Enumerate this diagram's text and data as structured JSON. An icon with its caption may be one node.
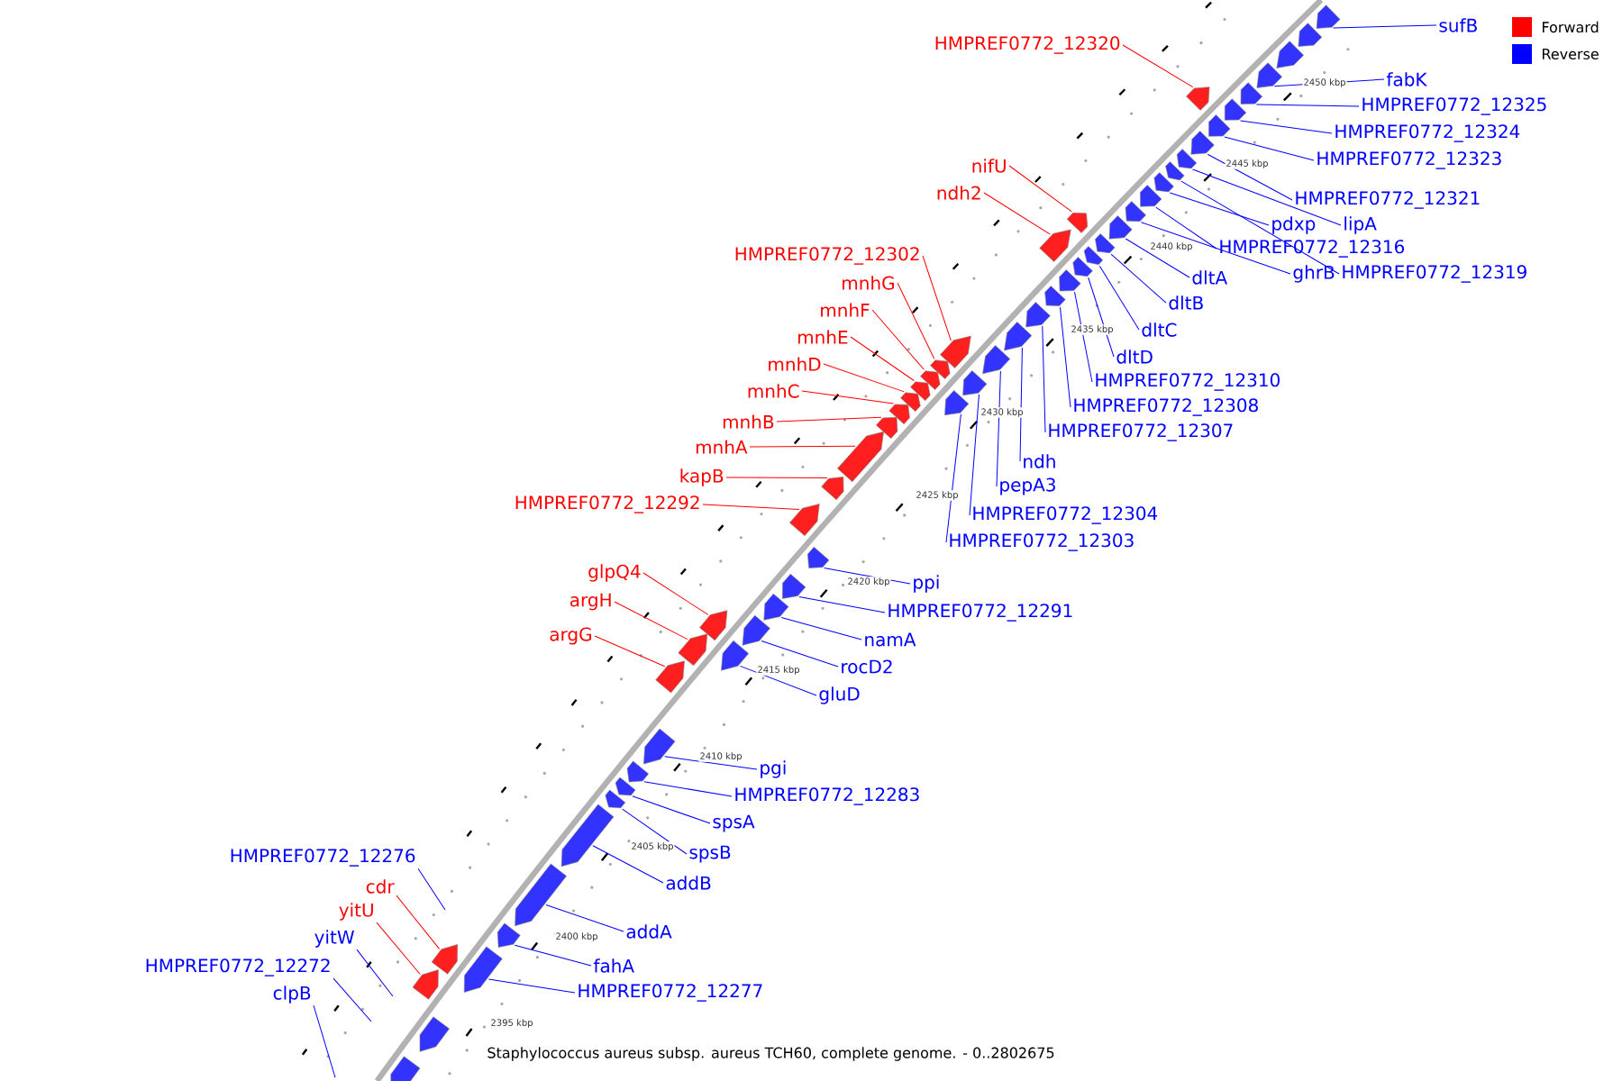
{
  "diagram": {
    "caption": "Staphylococcus aureus subsp. aureus TCH60, complete genome. - 0..2802675",
    "nodes": [
      {
        "text": [
          "HMPREF0772_12320"
        ]
      },
      {
        "text": [
          "sufB"
        ]
      },
      {
        "text": [
          "fabK"
        ]
      },
      {
        "text": [
          "HMPREF0772_12325"
        ]
      },
      {
        "text": [
          "HMPREF0772_12324"
        ]
      },
      {
        "text": [
          "HMPREF0772_12323"
        ]
      },
      {
        "text": [
          "nifU"
        ]
      },
      {
        "text": [
          "ndh2"
        ]
      },
      {
        "text": [
          "HMPREF0772_12321"
        ]
      },
      {
        "text": [
          "lipA"
        ]
      },
      {
        "text": [
          "pdxp"
        ]
      },
      {
        "text": [
          "HMPREF0772_12316"
        ]
      },
      {
        "text": [
          "HMPREF0772_12302"
        ]
      },
      {
        "text": [
          "ghrB"
        ]
      },
      {
        "text": [
          "HMPREF0772_12319"
        ]
      },
      {
        "text": [
          "dltA"
        ]
      },
      {
        "text": [
          "mnhG"
        ]
      },
      {
        "text": [
          "dltB"
        ]
      },
      {
        "text": [
          "mnhF"
        ]
      },
      {
        "text": [
          "dltC"
        ]
      },
      {
        "text": [
          "mnhE"
        ]
      },
      {
        "text": [
          "dltD"
        ]
      },
      {
        "text": [
          "mnhD"
        ]
      },
      {
        "text": [
          "HMPREF0772_12310"
        ]
      },
      {
        "text": [
          "mnhC"
        ]
      },
      {
        "text": [
          "HMPREF0772_12308"
        ]
      },
      {
        "text": [
          "mnhB"
        ]
      },
      {
        "text": [
          "HMPREF0772_12307"
        ]
      },
      {
        "text": [
          "mnhA"
        ]
      },
      {
        "text": [
          "ndh"
        ]
      },
      {
        "text": [
          "kapB"
        ]
      },
      {
        "text": [
          "pepA3"
        ]
      },
      {
        "text": [
          "HMPREF0772_12292"
        ]
      },
      {
        "text": [
          "HMPREF0772_12304"
        ]
      },
      {
        "text": [
          "HMPREF0772_12303"
        ]
      },
      {
        "text": [
          "glpQ4"
        ]
      },
      {
        "text": [
          "ppi"
        ]
      },
      {
        "text": [
          "argH"
        ]
      },
      {
        "text": [
          "HMPREF0772_12291"
        ]
      },
      {
        "text": [
          "argG"
        ]
      },
      {
        "text": [
          "namA"
        ]
      },
      {
        "text": [
          "rocD2"
        ]
      },
      {
        "text": [
          "gluD"
        ]
      },
      {
        "text": [
          "pgi"
        ]
      },
      {
        "text": [
          "HMPREF0772_12283"
        ]
      },
      {
        "text": [
          "spsA"
        ]
      },
      {
        "text": [
          "spsB"
        ]
      },
      {
        "text": [
          "HMPREF0772_12276"
        ]
      },
      {
        "text": [
          "addB"
        ]
      },
      {
        "text": [
          "cdr"
        ]
      },
      {
        "text": [
          "yitU"
        ]
      },
      {
        "text": [
          "addA"
        ]
      },
      {
        "text": [
          "yitW"
        ]
      },
      {
        "text": [
          "fahA"
        ]
      },
      {
        "text": [
          "HMPREF0772_12272"
        ]
      },
      {
        "text": [
          "HMPREF0772_12277"
        ]
      },
      {
        "text": [
          "clpB"
        ]
      },
      {
        "text": [],
        "shape": "arrow"
      },
      {
        "text": [],
        "shape": "arrow"
      },
      {
        "text": [],
        "shape": "arrow"
      },
      {
        "text": [],
        "shape": "arrow"
      },
      {
        "text": [],
        "shape": "arrow"
      },
      {
        "text": [],
        "shape": "arrow"
      },
      {
        "text": [],
        "shape": "arrow"
      },
      {
        "text": [],
        "shape": "arrow"
      },
      {
        "text": [],
        "shape": "arrow"
      },
      {
        "text": [],
        "shape": "arrow"
      },
      {
        "text": [],
        "shape": "arrow"
      },
      {
        "text": [],
        "shape": "arrow"
      },
      {
        "text": [],
        "shape": "arrow"
      },
      {
        "text": [],
        "shape": "arrow"
      },
      {
        "text": [],
        "shape": "arrow"
      },
      {
        "text": [],
        "shape": "arrow"
      },
      {
        "text": [],
        "shape": "arrow"
      },
      {
        "text": [],
        "shape": "arrow"
      },
      {
        "text": [],
        "shape": "arrow"
      },
      {
        "text": [],
        "shape": "arrow"
      },
      {
        "text": [],
        "shape": "arrow"
      },
      {
        "text": [],
        "shape": "arrow"
      },
      {
        "text": [],
        "shape": "arrow"
      },
      {
        "text": [],
        "shape": "arrow"
      },
      {
        "text": [],
        "shape": "arrow"
      },
      {
        "text": [],
        "shape": "arrow"
      },
      {
        "text": [],
        "shape": "arrow"
      },
      {
        "text": [],
        "shape": "arrow"
      },
      {
        "text": [],
        "shape": "arrow"
      },
      {
        "text": [],
        "shape": "arrow"
      },
      {
        "text": [],
        "shape": "arrow"
      },
      {
        "text": [],
        "shape": "arrow"
      },
      {
        "text": [],
        "shape": "arrow"
      },
      {
        "text": [],
        "shape": "arrow"
      },
      {
        "text": [],
        "shape": "arrow"
      },
      {
        "text": [],
        "shape": "arrow"
      },
      {
        "text": [],
        "shape": "arrow"
      },
      {
        "text": [],
        "shape": "arrow"
      },
      {
        "text": [],
        "shape": "arrow"
      },
      {
        "text": [],
        "shape": "arrow"
      },
      {
        "text": [],
        "shape": "arrow"
      },
      {
        "text": [],
        "shape": "arrow"
      },
      {
        "text": [],
        "shape": "arrow"
      },
      {
        "text": [],
        "shape": "arrow"
      },
      {
        "text": [],
        "shape": "arrow"
      },
      {
        "text": [],
        "shape": "arrow"
      },
      {
        "text": [],
        "shape": "arrow"
      },
      {
        "text": [],
        "shape": "arrow"
      },
      {
        "text": [],
        "shape": "arrow"
      },
      {
        "text": [],
        "shape": "arrow"
      },
      {
        "text": [],
        "shape": "arrow"
      },
      {
        "text": [],
        "shape": "arrow"
      },
      {
        "text": [],
        "shape": "arrow"
      },
      {
        "text": [],
        "shape": "arrow"
      },
      {
        "text": [],
        "shape": "arrow"
      },
      {
        "text": [],
        "shape": "arrow"
      },
      {
        "text": [],
        "shape": "arrow"
      }
    ],
    "edges": [
      {
        "from": 0,
        "to": 57,
        "arrow": "none",
        "color": "#ff0000"
      },
      {
        "from": 1,
        "to": 58,
        "arrow": "none"
      },
      {
        "from": 2,
        "to": 59,
        "arrow": "none"
      },
      {
        "from": 3,
        "to": 60,
        "arrow": "none"
      },
      {
        "from": 4,
        "to": 61,
        "arrow": "none"
      },
      {
        "from": 5,
        "to": 62,
        "arrow": "none"
      },
      {
        "from": 6,
        "to": 63,
        "arrow": "none",
        "color": "#ff0000"
      },
      {
        "from": 7,
        "to": 64,
        "arrow": "none",
        "color": "#ff0000"
      },
      {
        "from": 8,
        "to": 65,
        "arrow": "none"
      },
      {
        "from": 9,
        "to": 66,
        "arrow": "none"
      },
      {
        "from": 10,
        "to": 67,
        "arrow": "none"
      },
      {
        "from": 11,
        "to": 68,
        "arrow": "none"
      },
      {
        "from": 12,
        "to": 69,
        "arrow": "none",
        "color": "#ff0000"
      },
      {
        "from": 13,
        "to": 70,
        "arrow": "none"
      },
      {
        "from": 14,
        "to": 71,
        "arrow": "none"
      },
      {
        "from": 15,
        "to": 72,
        "arrow": "none"
      },
      {
        "from": 16,
        "to": 73,
        "arrow": "none",
        "color": "#ff0000"
      },
      {
        "from": 17,
        "to": 74,
        "arrow": "none"
      },
      {
        "from": 18,
        "to": 75,
        "arrow": "none",
        "color": "#ff0000"
      },
      {
        "from": 19,
        "to": 76,
        "arrow": "none"
      },
      {
        "from": 20,
        "to": 77,
        "arrow": "none",
        "color": "#ff0000"
      },
      {
        "from": 21,
        "to": 78,
        "arrow": "none"
      },
      {
        "from": 22,
        "to": 79,
        "arrow": "none",
        "color": "#ff0000"
      },
      {
        "from": 23,
        "to": 80,
        "arrow": "none"
      },
      {
        "from": 24,
        "to": 81,
        "arrow": "none",
        "color": "#ff0000"
      },
      {
        "from": 25,
        "to": 82,
        "arrow": "none"
      },
      {
        "from": 26,
        "to": 83,
        "arrow": "none",
        "color": "#ff0000"
      },
      {
        "from": 27,
        "to": 84,
        "arrow": "none"
      },
      {
        "from": 28,
        "to": 85,
        "arrow": "none",
        "color": "#ff0000"
      },
      {
        "from": 29,
        "to": 86,
        "arrow": "none"
      },
      {
        "from": 30,
        "to": 87,
        "arrow": "none",
        "color": "#ff0000"
      },
      {
        "from": 31,
        "to": 88,
        "arrow": "none"
      },
      {
        "from": 32,
        "to": 89,
        "arrow": "none",
        "color": "#ff0000"
      },
      {
        "from": 33,
        "to": 90,
        "arrow": "none"
      },
      {
        "from": 34,
        "to": 91,
        "arrow": "none"
      },
      {
        "from": 35,
        "to": 92,
        "arrow": "none",
        "color": "#ff0000"
      },
      {
        "from": 36,
        "to": 93,
        "arrow": "none"
      },
      {
        "from": 37,
        "to": 94,
        "arrow": "none",
        "color": "#ff0000"
      },
      {
        "from": 38,
        "to": 95,
        "arrow": "none"
      },
      {
        "from": 39,
        "to": 96,
        "arrow": "none",
        "color": "#ff0000"
      },
      {
        "from": 40,
        "to": 97,
        "arrow": "none"
      },
      {
        "from": 41,
        "to": 98,
        "arrow": "none"
      },
      {
        "from": 42,
        "to": 99,
        "arrow": "none"
      },
      {
        "from": 43,
        "to": 100,
        "arrow": "none"
      },
      {
        "from": 44,
        "to": 101,
        "arrow": "none"
      },
      {
        "from": 45,
        "to": 102,
        "arrow": "none"
      },
      {
        "from": 46,
        "to": 103,
        "arrow": "none"
      },
      {
        "from": 47,
        "to": null,
        "arrow": "none"
      },
      {
        "from": 48,
        "to": 104,
        "arrow": "none"
      },
      {
        "from": 49,
        "to": 105,
        "arrow": "none",
        "color": "#ff0000"
      },
      {
        "from": 50,
        "to": 106,
        "arrow": "none",
        "color": "#ff0000"
      },
      {
        "from": 51,
        "to": 107,
        "arrow": "none"
      },
      {
        "from": 52,
        "to": null,
        "arrow": "none"
      },
      {
        "from": 53,
        "to": 108,
        "arrow": "none"
      },
      {
        "from": 54,
        "to": null,
        "arrow": "none"
      },
      {
        "from": 55,
        "to": 109,
        "arrow": "none"
      },
      {
        "from": 56,
        "to": null,
        "arrow": "none"
      }
    ],
    "labels": [
      "2450 kbp",
      "2445 kbp",
      "2440 kbp",
      "2435 kbp",
      "2430 kbp",
      "2425 kbp",
      "2420 kbp",
      "2415 kbp",
      "2410 kbp",
      "2405 kbp",
      "2400 kbp",
      "2395 kbp"
    ],
    "legend": [
      {
        "text": "Forward",
        "color": "#ff0000"
      },
      {
        "text": "Reverse",
        "color": "#0000ff"
      }
    ]
  }
}
